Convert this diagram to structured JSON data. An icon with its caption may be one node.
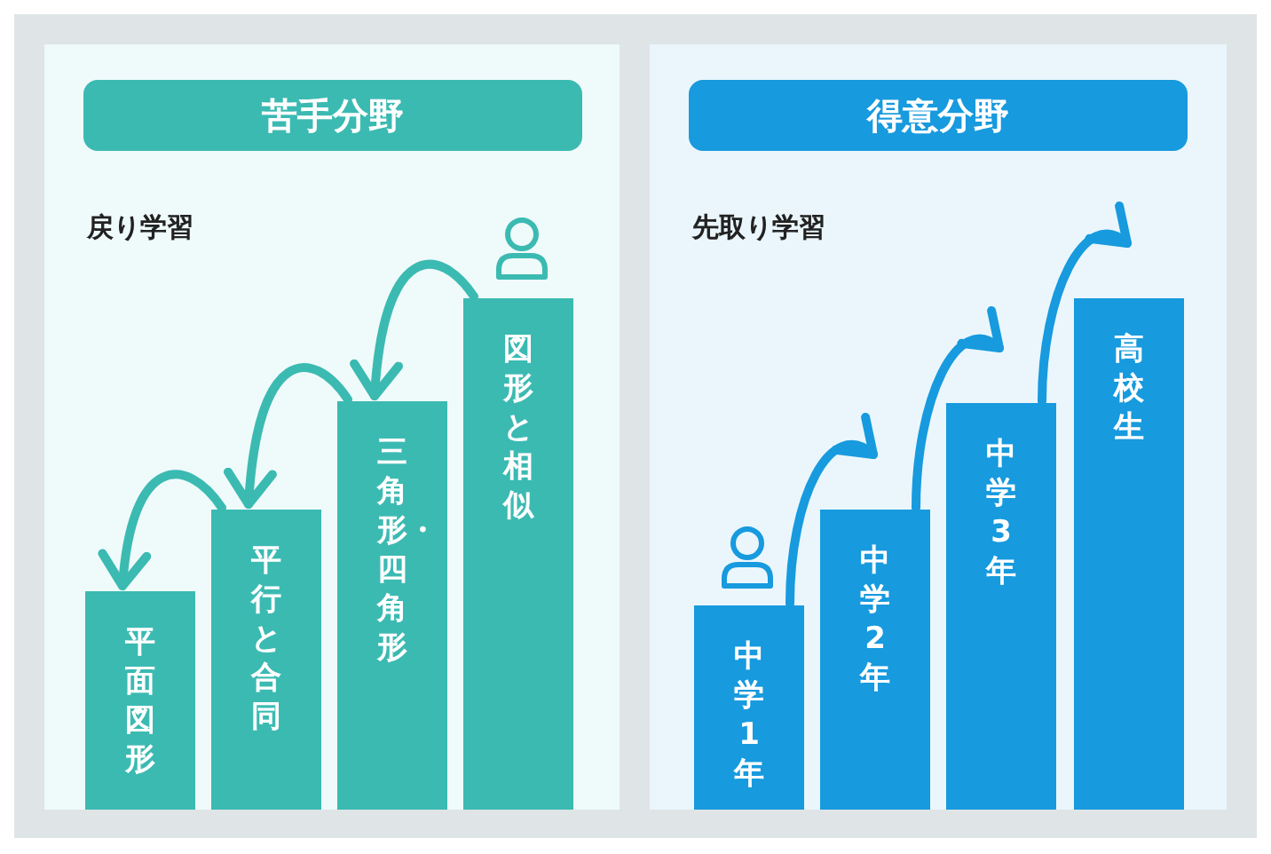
{
  "diagram": {
    "nodes": [
      {
        "text": [
          "苦手分野",
          "戻り学習"
        ]
      },
      {
        "text": [
          "平面図形"
        ],
        "in": 0
      },
      {
        "text": [
          "平行と合同"
        ],
        "in": 0
      },
      {
        "text": [
          "三角形・四角形"
        ],
        "in": 0
      },
      {
        "text": [
          "図形と相似"
        ],
        "in": 0
      },
      {
        "text": [
          "得意分野",
          "先取り学習"
        ]
      },
      {
        "text": [
          "中学1年"
        ],
        "in": 5
      },
      {
        "text": [
          "中学2年"
        ],
        "in": 5
      },
      {
        "text": [
          "中学3年"
        ],
        "in": 5
      },
      {
        "text": [
          "高校生"
        ],
        "in": 5
      }
    ],
    "edges": [
      {
        "from": 4,
        "to": 3,
        "arrow": "to",
        "color": "#3bbab2"
      },
      {
        "from": 3,
        "to": 2,
        "arrow": "to",
        "color": "#3bbab2"
      },
      {
        "from": 2,
        "to": 1,
        "arrow": "to",
        "color": "#3bbab2"
      },
      {
        "from": 6,
        "to": 7,
        "arrow": "to",
        "color": "#179ade"
      },
      {
        "from": 7,
        "to": 8,
        "arrow": "to",
        "color": "#179ade"
      },
      {
        "from": 8,
        "to": 9,
        "arrow": "to",
        "color": "#179ade"
      }
    ]
  }
}
